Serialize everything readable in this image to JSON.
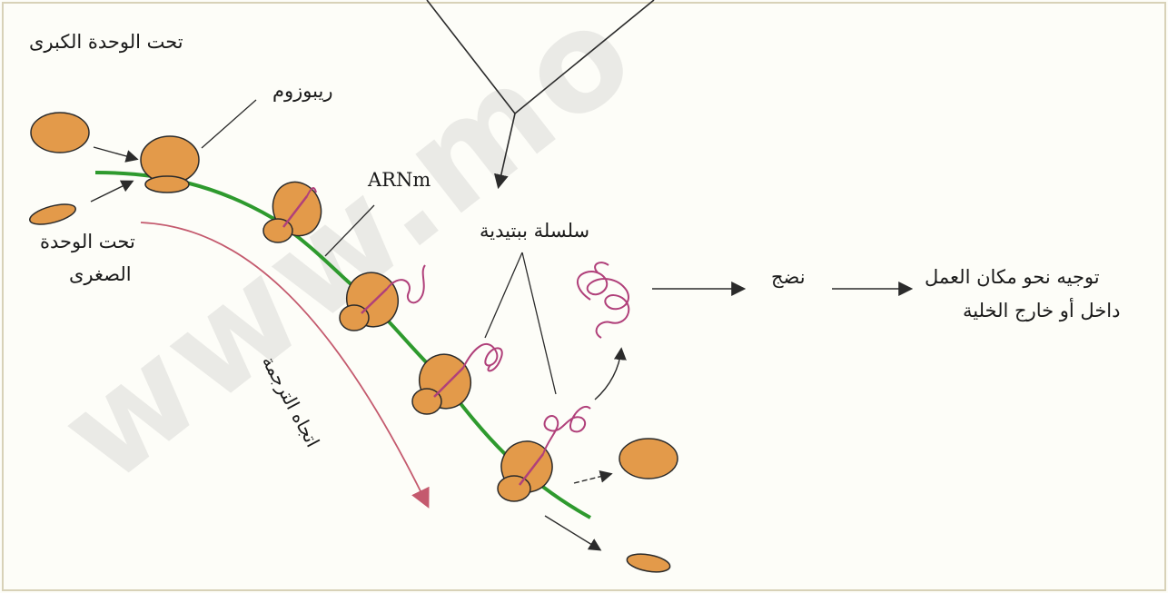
{
  "colors": {
    "ribosome_fill": "#e39a4a",
    "ribosome_stroke": "#2b2b2b",
    "mrna": "#2e9a2e",
    "peptide": "#b0407a",
    "direction_arrow": "#c45a6e",
    "background": "#fdfdf8"
  },
  "labels": {
    "large_subunit": "تحت الوحدة الكبرى",
    "ribosome": "ريبوزوم",
    "mrna": "ARNm",
    "small_subunit_line1": "تحت الوحدة",
    "small_subunit_line2": "الصغرى",
    "peptide_chain": "سلسلة ببتيدية",
    "maturation": "نضج",
    "targeting_line1": "توجيه نحو مكان العمل",
    "targeting_line2": "داخل أو خارج الخلية",
    "translation_direction": "اتجاه الترجمة"
  },
  "watermark": "www.mo"
}
